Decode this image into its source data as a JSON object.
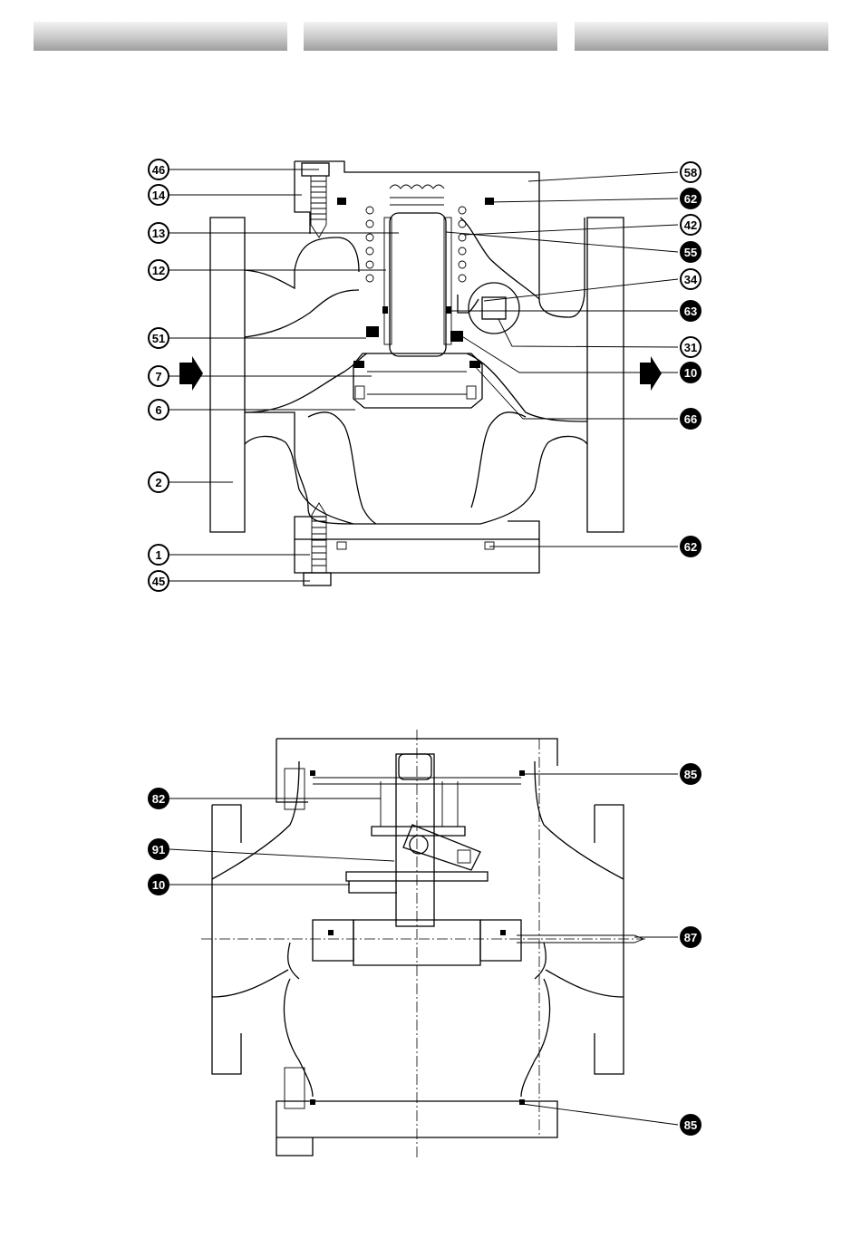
{
  "header_tabs": [
    "",
    "",
    ""
  ],
  "top_diagram": {
    "left_labels": [
      "46",
      "14",
      "13",
      "12",
      "51",
      "7",
      "6",
      "2",
      "1",
      "45"
    ],
    "right_labels": [
      "58",
      "62",
      "42",
      "55",
      "34",
      "63",
      "31",
      "10",
      "66",
      "62"
    ],
    "right_filled": [
      false,
      true,
      false,
      true,
      false,
      true,
      false,
      true,
      true,
      true
    ]
  },
  "bottom_diagram": {
    "left_labels": [
      "82",
      "91",
      "10"
    ],
    "right_labels": [
      "85",
      "87",
      "85"
    ],
    "filled": true
  }
}
